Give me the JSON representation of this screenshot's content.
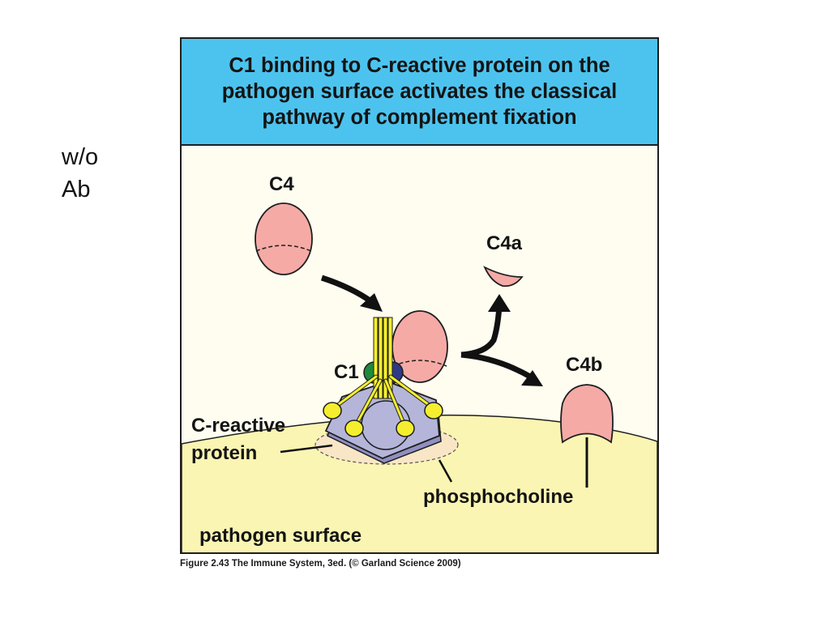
{
  "side_note": {
    "line1": "w/o",
    "line2": "Ab"
  },
  "figure": {
    "title": "C1 binding to C-reactive protein on the pathogen surface activates the classical pathway of complement fixation",
    "labels": {
      "c4": "C4",
      "c4a": "C4a",
      "c4b": "C4b",
      "c1": "C1",
      "crp_line1": "C-reactive",
      "crp_line2": "protein",
      "phosphocholine": "phosphocholine",
      "pathogen_surface": "pathogen surface"
    },
    "colors": {
      "title_band": "#4cc3ee",
      "background": "#fefdf0",
      "pathogen_surface": "#faf5b2",
      "complement_c4": "#f5aaa6",
      "crp": "#b4b5d9",
      "c1_stalks": "#f4ee2e",
      "c1_green": "#1e8a3c",
      "c1_blue": "#2e3a86",
      "phosphocholine": "#f9e6c6"
    }
  },
  "caption": "Figure 2.43 The Immune System, 3ed. (© Garland Science 2009)"
}
